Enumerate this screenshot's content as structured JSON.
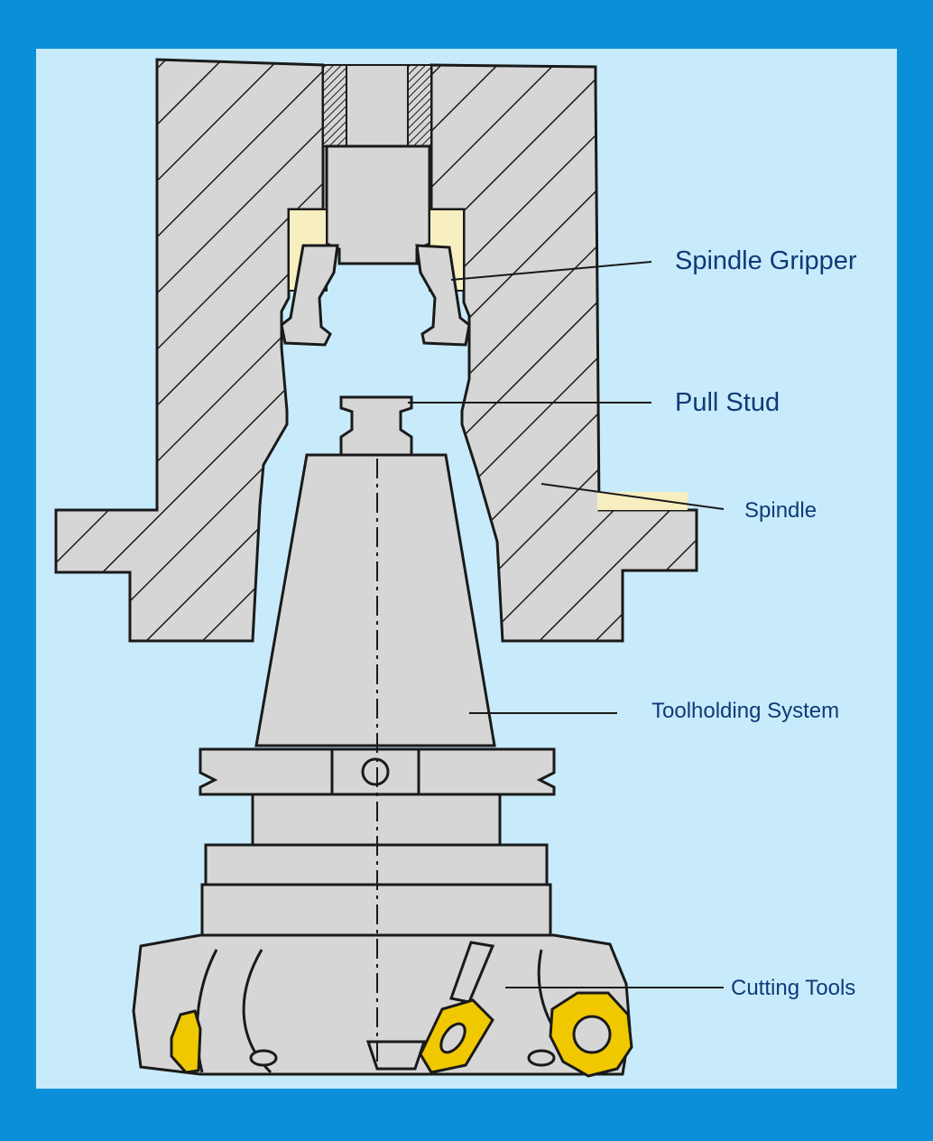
{
  "labels": {
    "spindle_gripper": "Spindle Gripper",
    "pull_stud": "Pull Stud",
    "spindle": "Spindle",
    "toolholding_system": "Toolholding System",
    "cutting_tools": "Cutting Tools"
  },
  "colors": {
    "frame": "#0a8fd8",
    "panel": "#c8ebfb",
    "metal": "#d6d6d6",
    "outline": "#1a1a1a",
    "gripper_pad": "#f7efc0",
    "insert": "#f0c800",
    "label_text": "#0d3b78"
  }
}
